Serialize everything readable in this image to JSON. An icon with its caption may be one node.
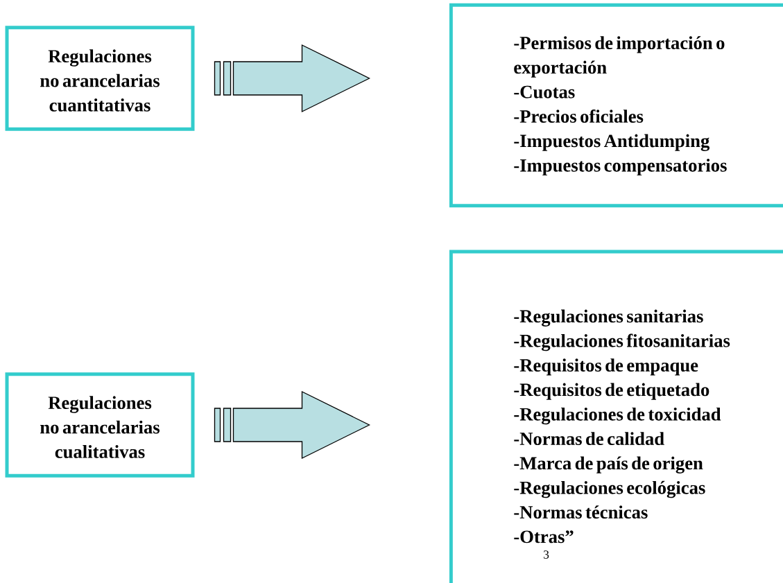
{
  "diagram": {
    "nodes": [
      {
        "text": [
          "Regulaciones no arancelarias cuantitativas"
        ]
      },
      {
        "text": [
          "-Permisos de importación o exportación",
          "-Cuotas",
          "-Precios oficiales",
          "-Impuestos Antidumping",
          "-Impuestos compensatorios"
        ]
      },
      {
        "text": [
          "Regulaciones no arancelarias cualitativas"
        ]
      },
      {
        "text": [
          "-Regulaciones sanitarias",
          "-Regulaciones fitosanitarias",
          "-Requisitos de empaque",
          "-Requisitos de etiquetado",
          "-Regulaciones de toxicidad",
          "-Normas de calidad",
          "-Marca de país de origen",
          "-Regulaciones ecológicas",
          "-Normas técnicas",
          "-Otras”"
        ]
      }
    ],
    "labels": [
      "3"
    ],
    "edges": [
      {
        "from": 0,
        "to": 1,
        "arrow": "to"
      },
      {
        "from": 2,
        "to": 3,
        "arrow": "to"
      }
    ]
  }
}
